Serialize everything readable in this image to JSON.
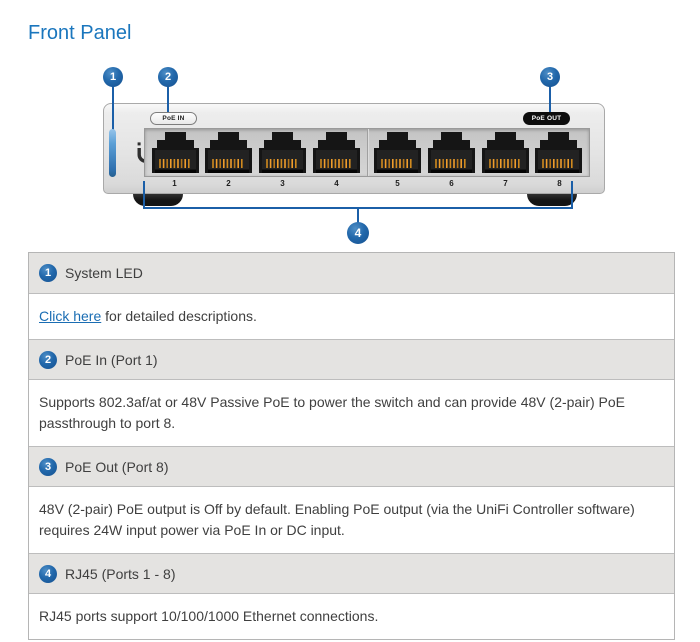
{
  "page": {
    "title": "Front Panel"
  },
  "colors": {
    "accent_blue": "#1b5fa8",
    "title_blue": "#1a76bd",
    "link_blue": "#1a6db3",
    "callout_fill": "#1d64a8",
    "led_blue": "#5b9fd6",
    "header_row_bg": "#e4e3e1",
    "poe_out_pill_bg": "#0d0d0d"
  },
  "diagram": {
    "callout_nums": [
      "1",
      "2",
      "3",
      "4"
    ],
    "labels": {
      "poe_in": "PoE IN",
      "poe_out": "PoE OUT"
    },
    "port_numbers": [
      "1",
      "2",
      "3",
      "4",
      "5",
      "6",
      "7",
      "8"
    ],
    "icons": [
      "ubiquiti-logo-icon",
      "system-led",
      "rj45-port"
    ]
  },
  "table": {
    "rows": [
      {
        "type": "header",
        "num": "1",
        "title": "System LED"
      },
      {
        "type": "desc",
        "link_text": "Click here",
        "text": " for detailed descriptions."
      },
      {
        "type": "header",
        "num": "2",
        "title": "PoE In (Port 1)"
      },
      {
        "type": "desc",
        "text": "Supports 802.3af/at or 48V Passive PoE to power the switch and can provide 48V (2-pair) PoE passthrough to port 8."
      },
      {
        "type": "header",
        "num": "3",
        "title": "PoE Out (Port 8)"
      },
      {
        "type": "desc",
        "text": "48V (2-pair) PoE output is Off by default. Enabling PoE output (via the UniFi Controller software) requires 24W input power via PoE In or DC input."
      },
      {
        "type": "header",
        "num": "4",
        "title": "RJ45 (Ports 1 - 8)"
      },
      {
        "type": "desc",
        "text": "RJ45 ports support 10/100/1000 Ethernet connections."
      }
    ]
  }
}
